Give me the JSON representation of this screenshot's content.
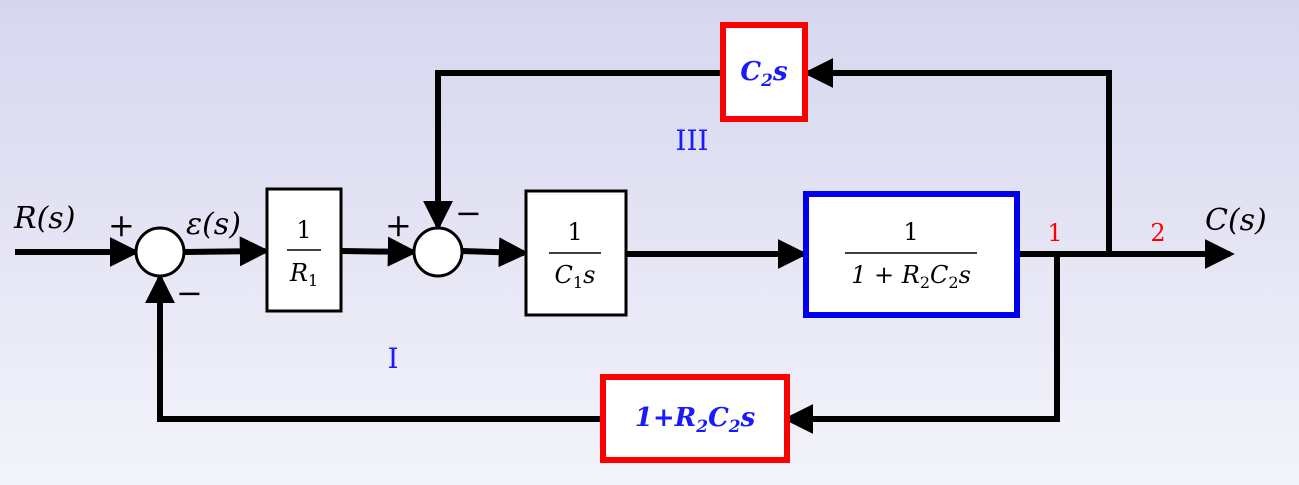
{
  "colors": {
    "wire": "#000000",
    "blue_box": "#0000ee",
    "red_box": "#ff0000",
    "blue_text": "#1a1aff",
    "red_text": "#ff0000"
  },
  "signals": {
    "input": "R(s)",
    "error": "ε(s)",
    "output": "C(s)"
  },
  "summing_junctions": {
    "sum1": {
      "plus": "+",
      "minus": "−"
    },
    "sum2": {
      "plus": "+",
      "minus": "−"
    }
  },
  "blocks": {
    "block_r1": {
      "num": "1",
      "den": "R",
      "den_sub": "1"
    },
    "block_c1s": {
      "num": "1",
      "den": "C",
      "den_sub": "1",
      "den_tail": "s"
    },
    "block_main": {
      "num": "1",
      "den_pre": "1 + R",
      "den_sub1": "2",
      "den_mid": "C",
      "den_sub2": "2",
      "den_tail": "s"
    },
    "block_c2s": {
      "pre": "C",
      "sub": "2",
      "tail": "s"
    },
    "block_feedback": {
      "pre": "1+R",
      "sub1": "2",
      "mid": "C",
      "sub2": "2",
      "tail": "s"
    }
  },
  "loop_labels": {
    "loop_i": "I",
    "loop_iii": "III"
  },
  "branch_labels": {
    "point_1": "1",
    "point_2": "2"
  }
}
